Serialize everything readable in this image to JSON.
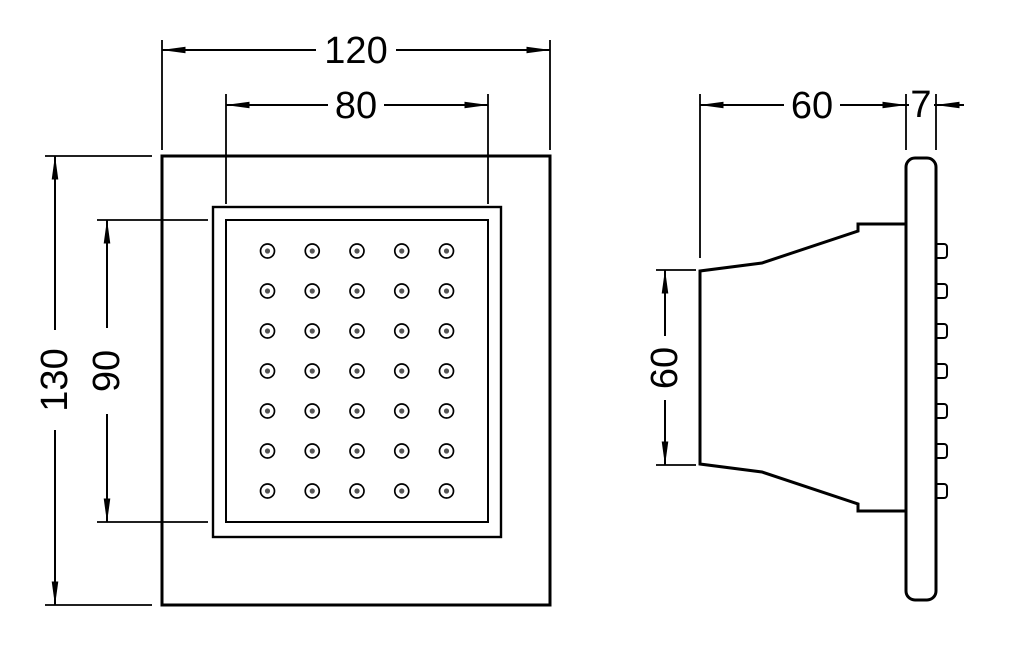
{
  "drawing": {
    "colors": {
      "line": "#000000",
      "background": "#ffffff"
    },
    "front_view": {
      "width_outer": "120",
      "width_inner": "80",
      "height_outer": "130",
      "height_inner": "90",
      "nozzle_rows": 7,
      "nozzle_cols": 5
    },
    "side_view": {
      "depth": "60",
      "plate_thickness": "7",
      "body_height": "60"
    }
  }
}
